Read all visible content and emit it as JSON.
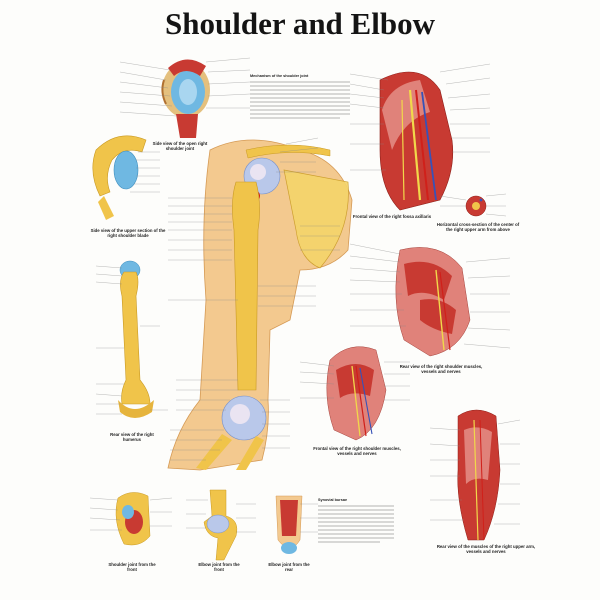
{
  "title": "Shoulder and Elbow",
  "captions": {
    "side_view_joint": "Side view of the open right shoulder joint",
    "side_view_upper_section": "Side view of the upper section of the right shoulder blade",
    "frontal_axilla": "Frontal view of the right fossa axillaris",
    "horizontal_cross_section": "Horizontal cross-section of the center of the right upper arm from above",
    "rear_humerus": "Rear view of the right humerus",
    "rear_shoulder_muscles": "Rear view of the right shoulder muscles, vessels and nerves",
    "frontal_shoulder_muscles": "Frontal view of the right shoulder muscles, vessels and nerves",
    "rear_upper_arm": "Rear view of the muscles of the right upper arm, vessels and nerves",
    "shoulder_joint_front": "Shoulder joint from the front",
    "elbow_joint_front": "Elbow joint from the front",
    "elbow_joint_rear": "Elbow joint from the rear"
  },
  "text_blocks": {
    "mechanism_heading": "Mechanism of the shoulder joint",
    "synovial_heading": "Synovial bursae"
  },
  "colors": {
    "bone": "#f0c44a",
    "bone_light": "#f8dc86",
    "muscle": "#c83a32",
    "muscle_light": "#e0827a",
    "cartilage": "#6fb8e2",
    "ligament": "#a9bde0",
    "skin": "#f3c98f",
    "nerve": "#f1d84a",
    "artery": "#d0201a",
    "vein": "#3752b8"
  }
}
